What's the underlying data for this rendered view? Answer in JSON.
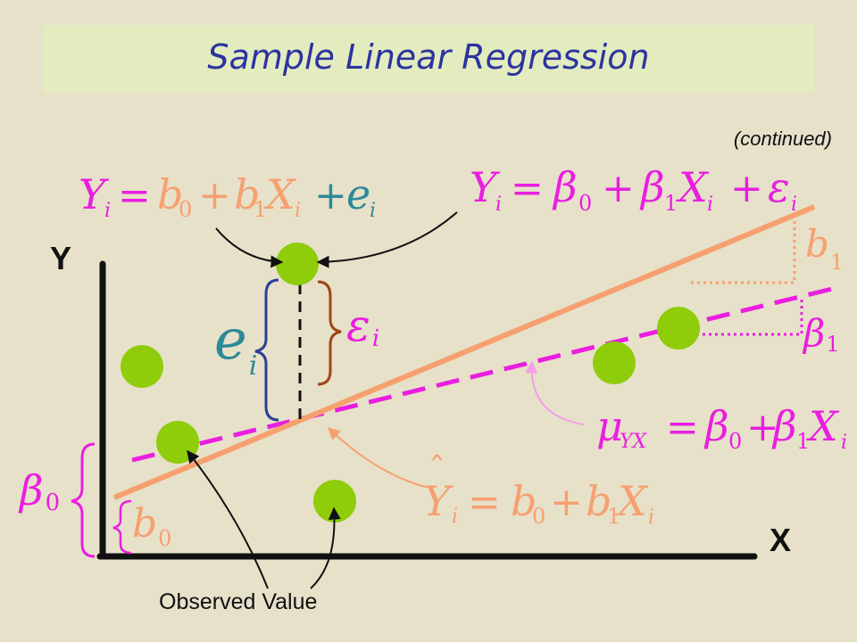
{
  "title": "Sample Linear Regression",
  "subtitle": "(continued)",
  "axes": {
    "y_label": "Y",
    "x_label": "X"
  },
  "caption": "Observed Value",
  "colors": {
    "background": "#e7e1c9",
    "title_bar": "#e3ecbe",
    "title_text": "#2c33a0",
    "sample_line": "#f6a070",
    "population_line": "#e91ee0",
    "observed_points": "#8fcc0a",
    "sample_error": "#2b3f97",
    "population_error": "#a0441a",
    "axes": "#111111"
  },
  "equations": {
    "sample_model": {
      "Y": "Y",
      "i": "i",
      "eq": "=",
      "b": "b",
      "zero": "0",
      "plus": "+",
      "one": "1",
      "X": "X",
      "e": "e"
    },
    "population_model": {
      "Y": "Y",
      "i": "i",
      "eq": "=",
      "beta": "β",
      "zero": "0",
      "plus": "+",
      "one": "1",
      "X": "X",
      "eps": "ε"
    },
    "population_line": {
      "mu": "μ",
      "YX": "YX",
      "eq": "=",
      "beta": "β",
      "zero": "0",
      "plus": "+",
      "one": "1",
      "X": "X",
      "i": "i"
    },
    "sample_line": {
      "hat": "ˆ",
      "Y": "Y",
      "i": "i",
      "eq": "=",
      "b": "b",
      "zero": "0",
      "plus": "+",
      "one": "1",
      "X": "X"
    }
  },
  "labels": {
    "e": "e",
    "eps": "ε",
    "beta": "β",
    "b": "b",
    "i": "i",
    "zero": "0",
    "one": "1"
  }
}
